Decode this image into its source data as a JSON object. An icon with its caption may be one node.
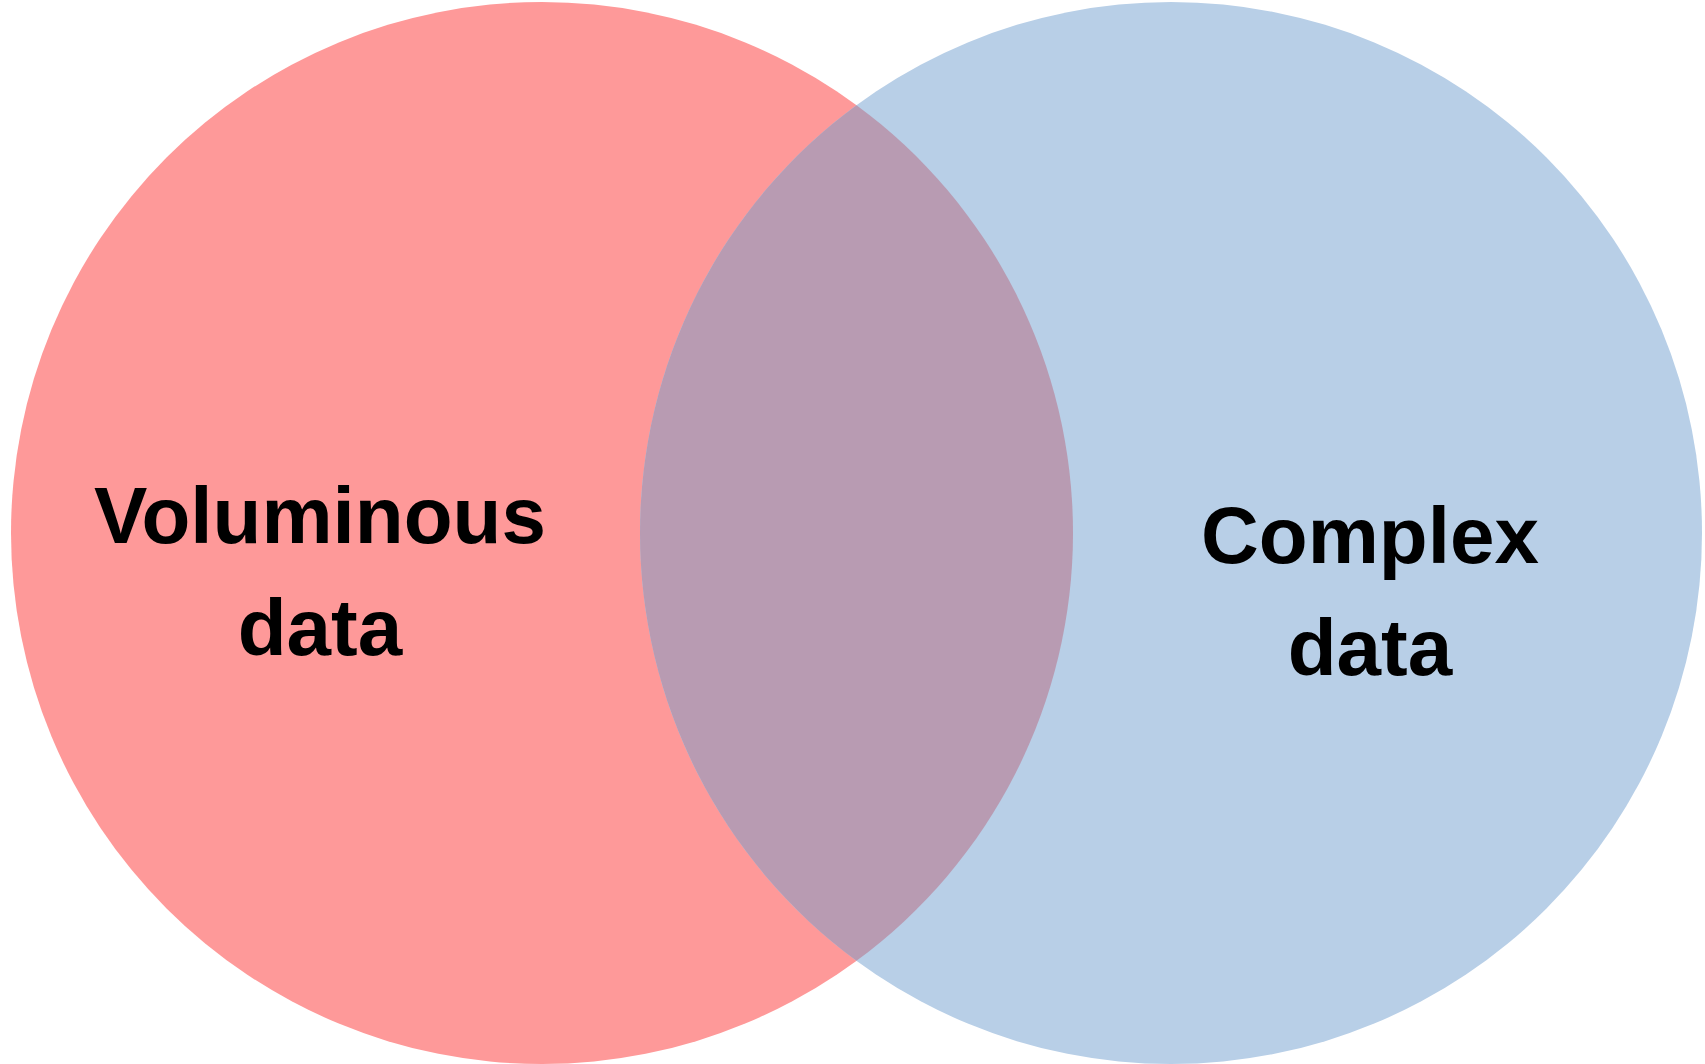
{
  "diagram": {
    "nodes": [
      {
        "text": [
          "Voluminous data"
        ]
      },
      {
        "text": [
          "Complex data"
        ]
      },
      {
        "text": [],
        "shape": "lens"
      }
    ],
    "edges": []
  }
}
